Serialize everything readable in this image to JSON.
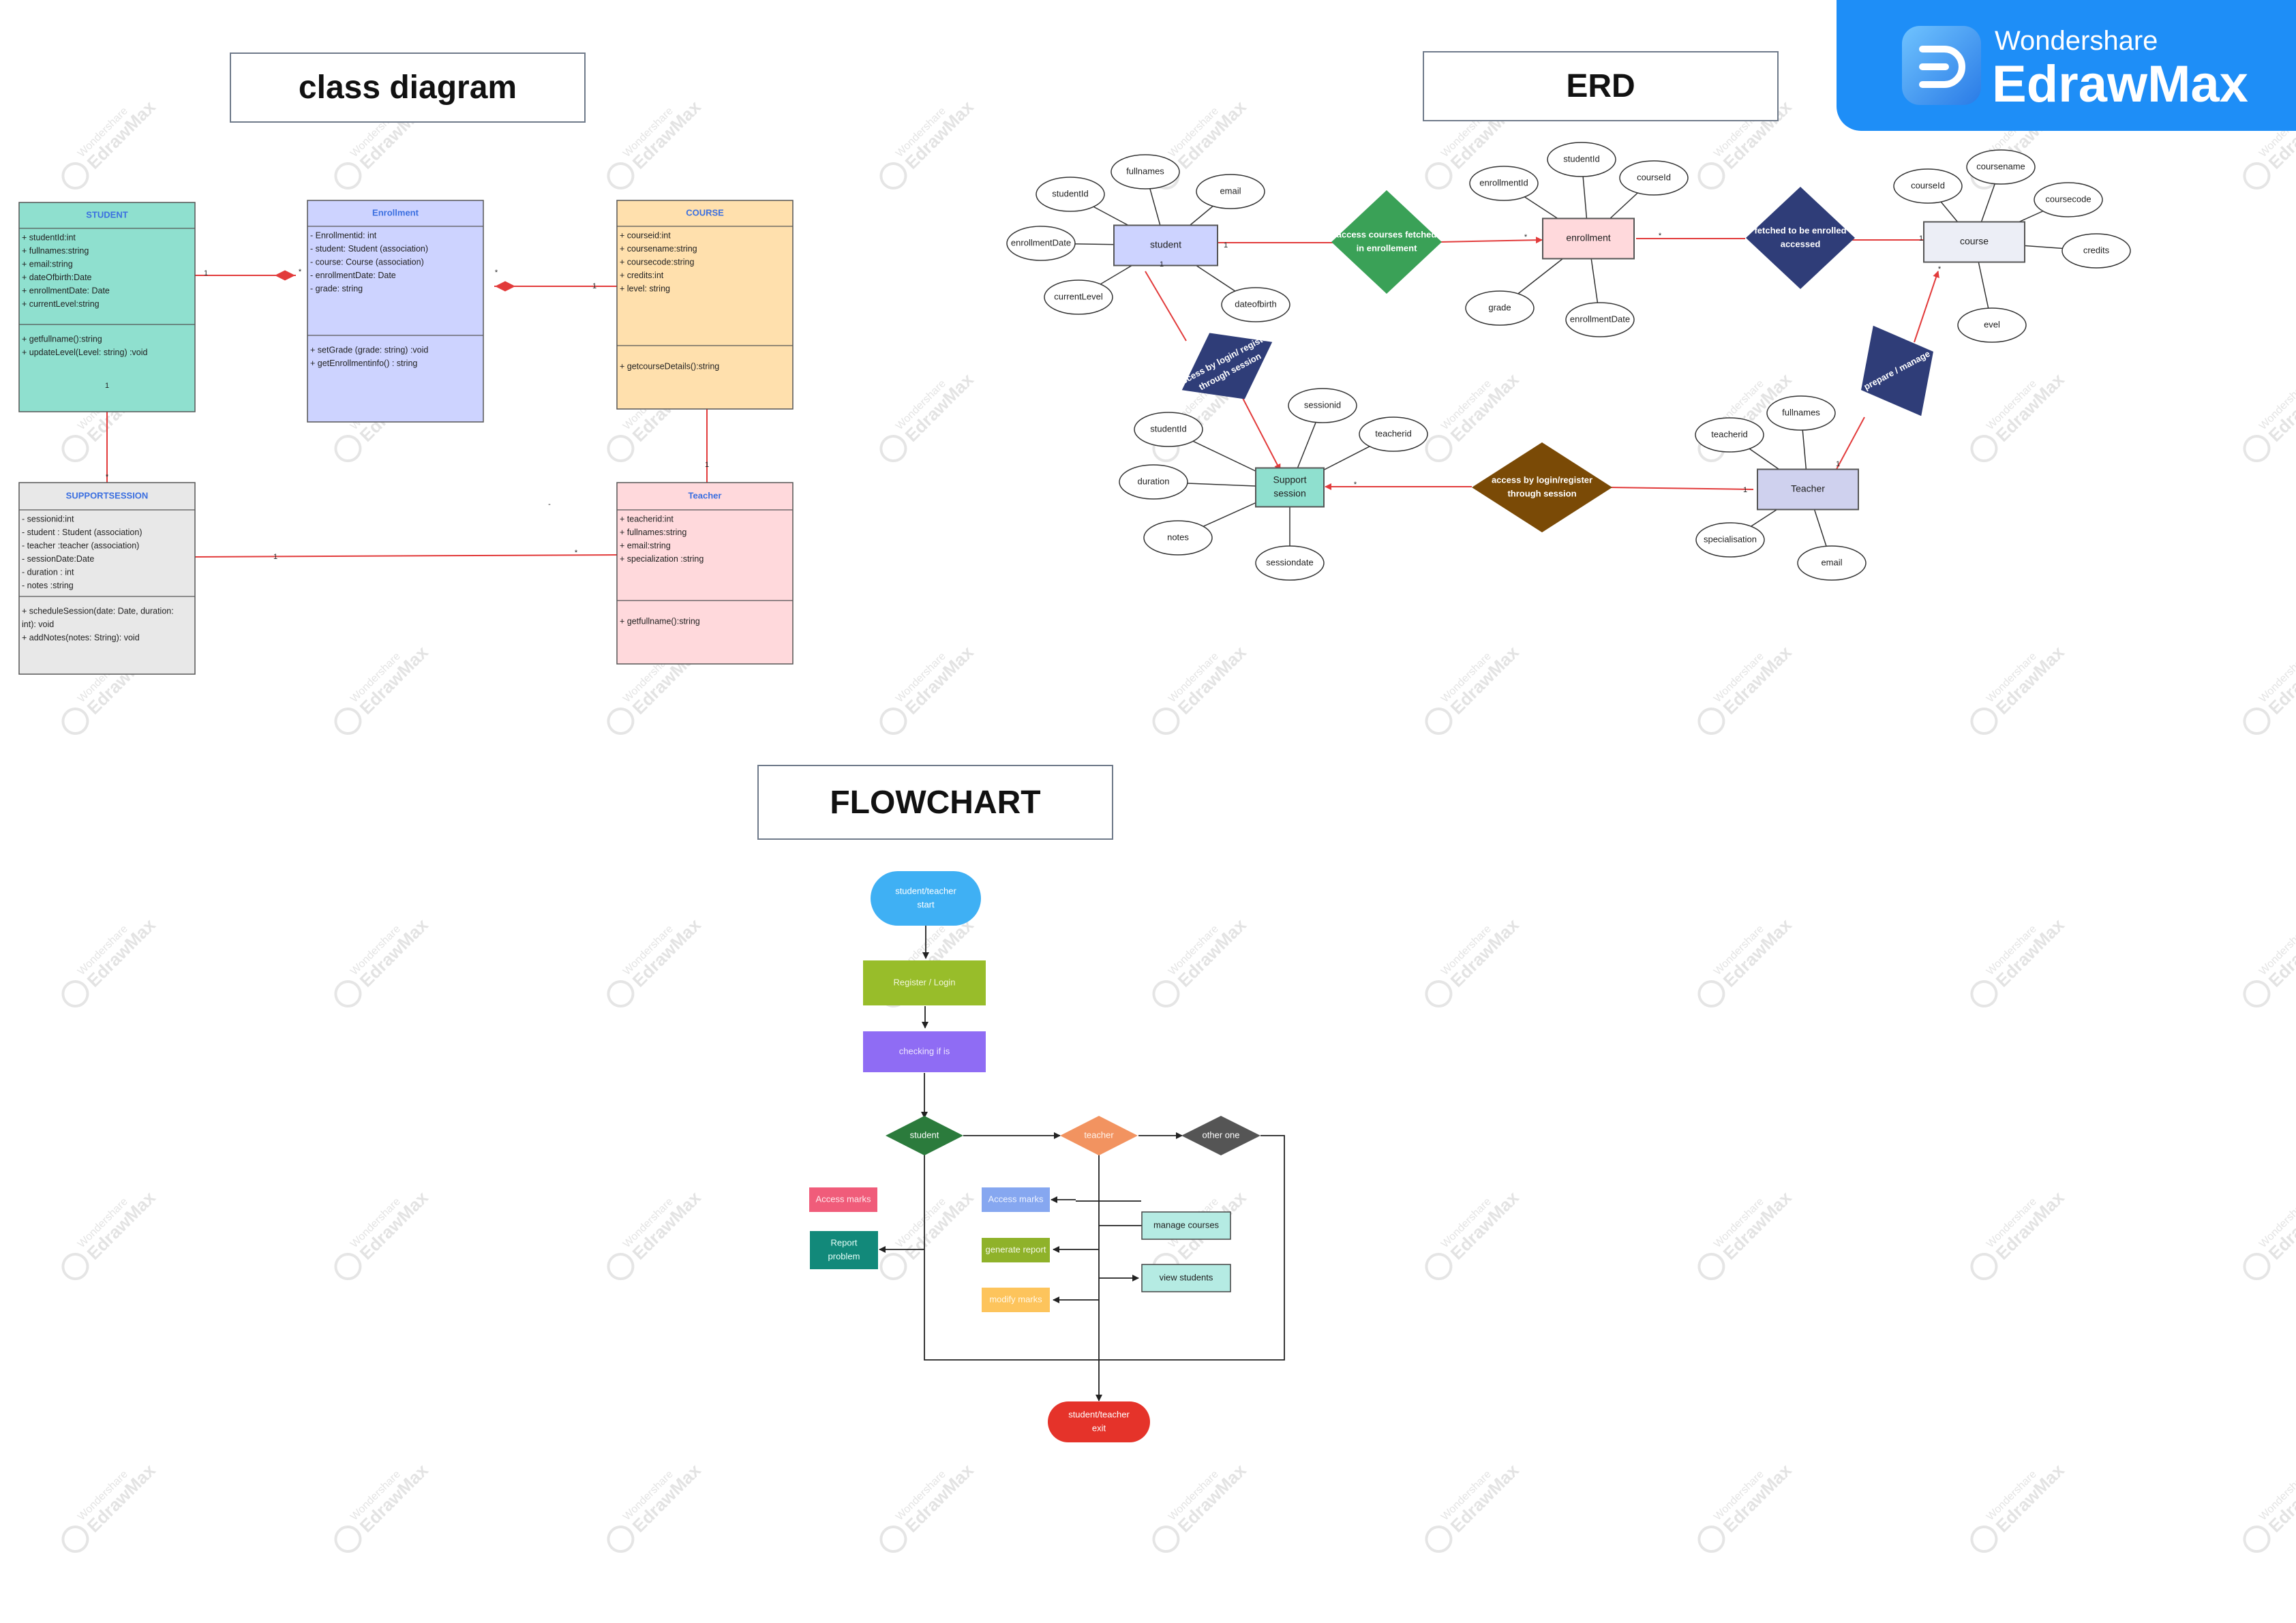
{
  "watermark": {
    "line1": "Wondershare",
    "line2": "EdrawMax",
    "icon": "edrawmax-logo-icon"
  },
  "banner": {
    "small": "Wondershare",
    "big": "EdrawMax",
    "icon": "edrawmax-logo-icon"
  },
  "titles": {
    "class_diagram": "class diagram",
    "erd": "ERD",
    "flowchart": "FLOWCHART"
  },
  "class_diagram": {
    "student": {
      "name": "STUDENT",
      "attributes": [
        "+   studentId:int",
        "+   fullnames:string",
        "+   email:string",
        "+   dateOfbirth:Date",
        "+  enrollmentDate: Date",
        "+  currentLevel:string"
      ],
      "methods": [
        "+   getfullname():string",
        "+   updateLevel(Level: string) :void"
      ]
    },
    "enrollment": {
      "name": "Enrollment",
      "attributes": [
        "-   Enrollmentid: int",
        "-   student:  Student (association)",
        "-   course:   Course (association)",
        "-   enrollmentDate:  Date",
        "-   grade:  string"
      ],
      "methods": [
        "+   setGrade (grade: string) :void",
        "+   getEnrollmentinfo() : string"
      ]
    },
    "course": {
      "name": "COURSE",
      "attributes": [
        "+   courseid:int",
        "+   coursename:string",
        "+   coursecode:string",
        "+   credits:int",
        "+   level: string"
      ],
      "methods": [
        "+   getcourseDetails():string"
      ]
    },
    "supportsession": {
      "name": "SUPPORTSESSION",
      "attributes": [
        "-   sessionid:int",
        "-   student : Student (association)",
        "-   teacher :teacher (association)",
        "-   sessionDate:Date",
        "-   duration :  int",
        "-   notes :string"
      ],
      "methods": [
        "+  scheduleSession(date: Date, duration:",
        "int): void",
        "+  addNotes(notes: String): void"
      ]
    },
    "teacher": {
      "name": "Teacher",
      "attributes": [
        "+   teacherid:int",
        "+   fullnames:string",
        "+   email:string",
        "+   specialization :string"
      ],
      "methods": [
        "+   getfullname():string"
      ]
    },
    "multiplicity": {
      "one": "1",
      "many": "*"
    },
    "stray_mark": "-"
  },
  "erd": {
    "entities": {
      "student": "student",
      "enrollment": "enrollment",
      "course": "course",
      "support": [
        "Support",
        "session"
      ],
      "teacher": "Teacher"
    },
    "relationships": {
      "access_courses": [
        "access  courses fetched",
        "in enrollement"
      ],
      "fetched_enrolled": [
        "fetched to be enrolled",
        "accessed"
      ],
      "access_login_student": [
        "access by login/ register",
        "through session"
      ],
      "prepare_manage": [
        "prepare / manage"
      ],
      "access_login_teacher": [
        "access by login/register",
        "through session"
      ]
    },
    "attributes": {
      "student": [
        "studentId",
        "fullnames",
        "email",
        "enrollmentDate",
        "currentLevel",
        "dateofbirth"
      ],
      "enrollment": [
        "enrollmentId",
        "studentId",
        "courseId",
        "grade",
        "enrollmentDate"
      ],
      "course": [
        "courseId",
        "coursename",
        "coursecode",
        "credits",
        "evel"
      ],
      "support": [
        "studentId",
        "sessionid",
        "teacherid",
        "duration",
        "notes",
        "sessiondate"
      ],
      "teacher": [
        "teacherid",
        "fullnames",
        "specialisation",
        "email"
      ]
    },
    "multiplicity": {
      "one": "1",
      "many": "*"
    }
  },
  "flowchart": {
    "start": [
      "student/teacher",
      "start"
    ],
    "register": "Register / Login",
    "checking": "checking if is",
    "student": "student",
    "teacher": "teacher",
    "other": "other one",
    "access_marks_student": "Access marks",
    "report_problem": [
      "Report",
      "problem"
    ],
    "access_marks_teacher": "Access marks",
    "generate_report": "generate report",
    "modify_marks": "modify marks",
    "manage_courses": "manage courses",
    "view_students": "view students",
    "exit": [
      "student/teacher",
      "exit"
    ]
  },
  "colors": {
    "banner": "#1e8ef7",
    "relation_line": "#e23b3b",
    "student_class": "#8fe0cf",
    "enrollment_class": "#cdd3ff",
    "course_class": "#ffe0ad",
    "supportsession_class": "#e8e8e8",
    "teacher_class": "#ffd9dc",
    "erd_green": "#3aa157",
    "erd_navy": "#2f3d78",
    "erd_brown": "#7a4a06",
    "flow_start": "#3fb0f4",
    "flow_register": "#98bd2a",
    "flow_checking": "#8f6cf4",
    "flow_student": "#2b7b3c",
    "flow_teacher": "#f29360",
    "flow_other": "#555555",
    "flow_exit": "#e5332a"
  }
}
